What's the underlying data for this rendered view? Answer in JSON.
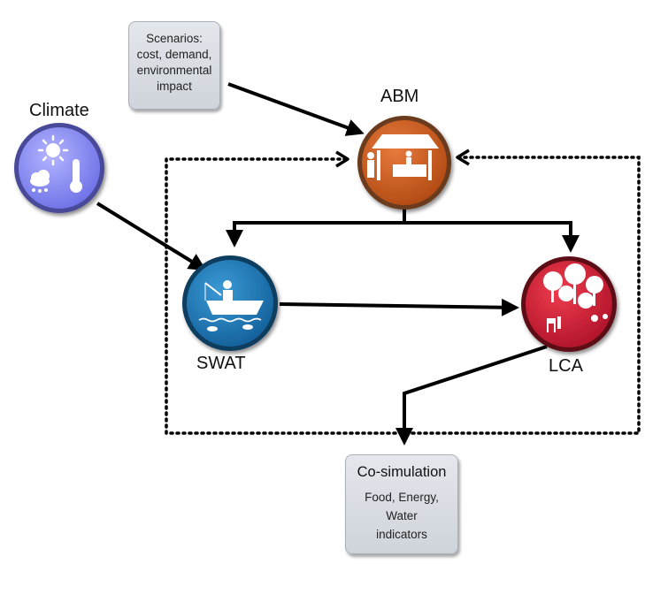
{
  "scenarios": {
    "lines": [
      "Scenarios:",
      "cost, demand,",
      "environmental",
      "impact"
    ]
  },
  "nodes": {
    "climate": {
      "label": "Climate",
      "color": "#8a8cf0",
      "icon": "sun-rain-thermometer-icon"
    },
    "abm": {
      "label": "ABM",
      "color": "#c8561e",
      "icon": "market-stall-icon"
    },
    "swat": {
      "label": "SWAT",
      "color": "#1e78b4",
      "icon": "fishing-boat-icon"
    },
    "lca": {
      "label": "LCA",
      "color": "#d01f32",
      "icon": "orchard-animals-icon"
    }
  },
  "cosimulation": {
    "title": "Co-simulation",
    "lines": [
      "Food, Energy,",
      "Water",
      "indicators"
    ]
  }
}
